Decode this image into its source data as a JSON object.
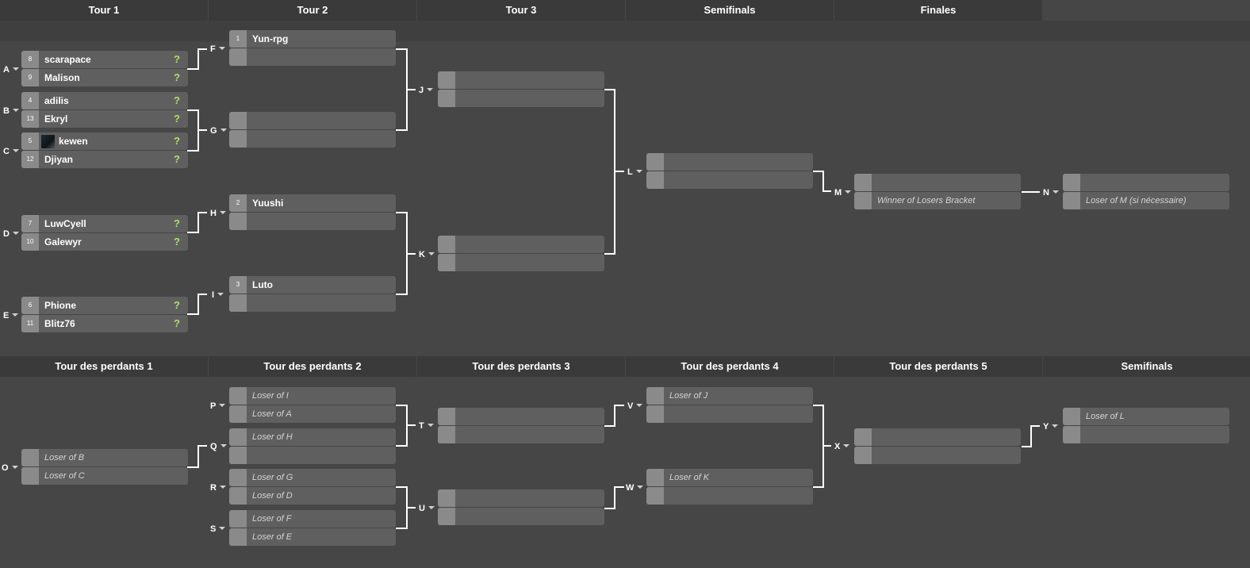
{
  "upper_headers": [
    "Tour 1",
    "Tour 2",
    "Tour 3",
    "Semifinals",
    "Finales"
  ],
  "lower_headers": [
    "Tour des perdants 1",
    "Tour des perdants 2",
    "Tour des perdants 3",
    "Tour des perdants 4",
    "Tour des perdants 5",
    "Semifinals"
  ],
  "matches": {
    "A": {
      "label": "A",
      "p1": {
        "seed": "8",
        "name": "scarapace",
        "score": "?"
      },
      "p2": {
        "seed": "9",
        "name": "Malison",
        "score": "?"
      }
    },
    "B": {
      "label": "B",
      "p1": {
        "seed": "4",
        "name": "adilis",
        "score": "?"
      },
      "p2": {
        "seed": "13",
        "name": "Ekryl",
        "score": "?"
      }
    },
    "C": {
      "label": "C",
      "p1": {
        "seed": "5",
        "name": "kewen",
        "score": "?"
      },
      "p2": {
        "seed": "12",
        "name": "Djiyan",
        "score": "?"
      }
    },
    "D": {
      "label": "D",
      "p1": {
        "seed": "7",
        "name": "LuwCyell",
        "score": "?"
      },
      "p2": {
        "seed": "10",
        "name": "Galewyr",
        "score": "?"
      }
    },
    "E": {
      "label": "E",
      "p1": {
        "seed": "6",
        "name": "Phione",
        "score": "?"
      },
      "p2": {
        "seed": "11",
        "name": "Blitz76",
        "score": "?"
      }
    },
    "F": {
      "label": "F",
      "p1": {
        "seed": "1",
        "name": "Yun-rpg"
      },
      "p2": {
        "seed": "",
        "name": ""
      }
    },
    "G": {
      "label": "G",
      "p1": {
        "seed": "",
        "name": ""
      },
      "p2": {
        "seed": "",
        "name": ""
      }
    },
    "H": {
      "label": "H",
      "p1": {
        "seed": "2",
        "name": "Yuushi"
      },
      "p2": {
        "seed": "",
        "name": ""
      }
    },
    "I": {
      "label": "I",
      "p1": {
        "seed": "3",
        "name": "Luto"
      },
      "p2": {
        "seed": "",
        "name": ""
      }
    },
    "J": {
      "label": "J",
      "p1": {
        "seed": "",
        "name": ""
      },
      "p2": {
        "seed": "",
        "name": ""
      }
    },
    "K": {
      "label": "K",
      "p1": {
        "seed": "",
        "name": ""
      },
      "p2": {
        "seed": "",
        "name": ""
      }
    },
    "L": {
      "label": "L",
      "p1": {
        "seed": "",
        "name": ""
      },
      "p2": {
        "seed": "",
        "name": ""
      }
    },
    "M": {
      "label": "M",
      "p1": {
        "seed": "",
        "name": ""
      },
      "p2": {
        "seed": "",
        "name": "Winner of Losers Bracket"
      }
    },
    "N": {
      "label": "N",
      "p1": {
        "seed": "",
        "name": ""
      },
      "p2": {
        "seed": "",
        "name": "Loser of M (si nécessaire)"
      }
    },
    "O": {
      "label": "O",
      "p1": {
        "seed": "",
        "name": "Loser of B"
      },
      "p2": {
        "seed": "",
        "name": "Loser of C"
      }
    },
    "P": {
      "label": "P",
      "p1": {
        "seed": "",
        "name": "Loser of I"
      },
      "p2": {
        "seed": "",
        "name": "Loser of A"
      }
    },
    "Q": {
      "label": "Q",
      "p1": {
        "seed": "",
        "name": "Loser of H"
      },
      "p2": {
        "seed": "",
        "name": ""
      }
    },
    "R": {
      "label": "R",
      "p1": {
        "seed": "",
        "name": "Loser of G"
      },
      "p2": {
        "seed": "",
        "name": "Loser of D"
      }
    },
    "S": {
      "label": "S",
      "p1": {
        "seed": "",
        "name": "Loser of F"
      },
      "p2": {
        "seed": "",
        "name": "Loser of E"
      }
    },
    "T": {
      "label": "T",
      "p1": {
        "seed": "",
        "name": ""
      },
      "p2": {
        "seed": "",
        "name": ""
      }
    },
    "U": {
      "label": "U",
      "p1": {
        "seed": "",
        "name": ""
      },
      "p2": {
        "seed": "",
        "name": ""
      }
    },
    "V": {
      "label": "V",
      "p1": {
        "seed": "",
        "name": "Loser of J"
      },
      "p2": {
        "seed": "",
        "name": ""
      }
    },
    "W": {
      "label": "W",
      "p1": {
        "seed": "",
        "name": "Loser of K"
      },
      "p2": {
        "seed": "",
        "name": ""
      }
    },
    "X": {
      "label": "X",
      "p1": {
        "seed": "",
        "name": ""
      },
      "p2": {
        "seed": "",
        "name": ""
      }
    },
    "Y": {
      "label": "Y",
      "p1": {
        "seed": "",
        "name": "Loser of L"
      },
      "p2": {
        "seed": "",
        "name": ""
      }
    }
  },
  "colors": {
    "background": "#464646",
    "header": "#3a3a3a",
    "slot": "#5f5f5f",
    "seed_box": "#8a8a8a",
    "score_unknown": "#a9e06c",
    "connector": "#ffffff"
  }
}
